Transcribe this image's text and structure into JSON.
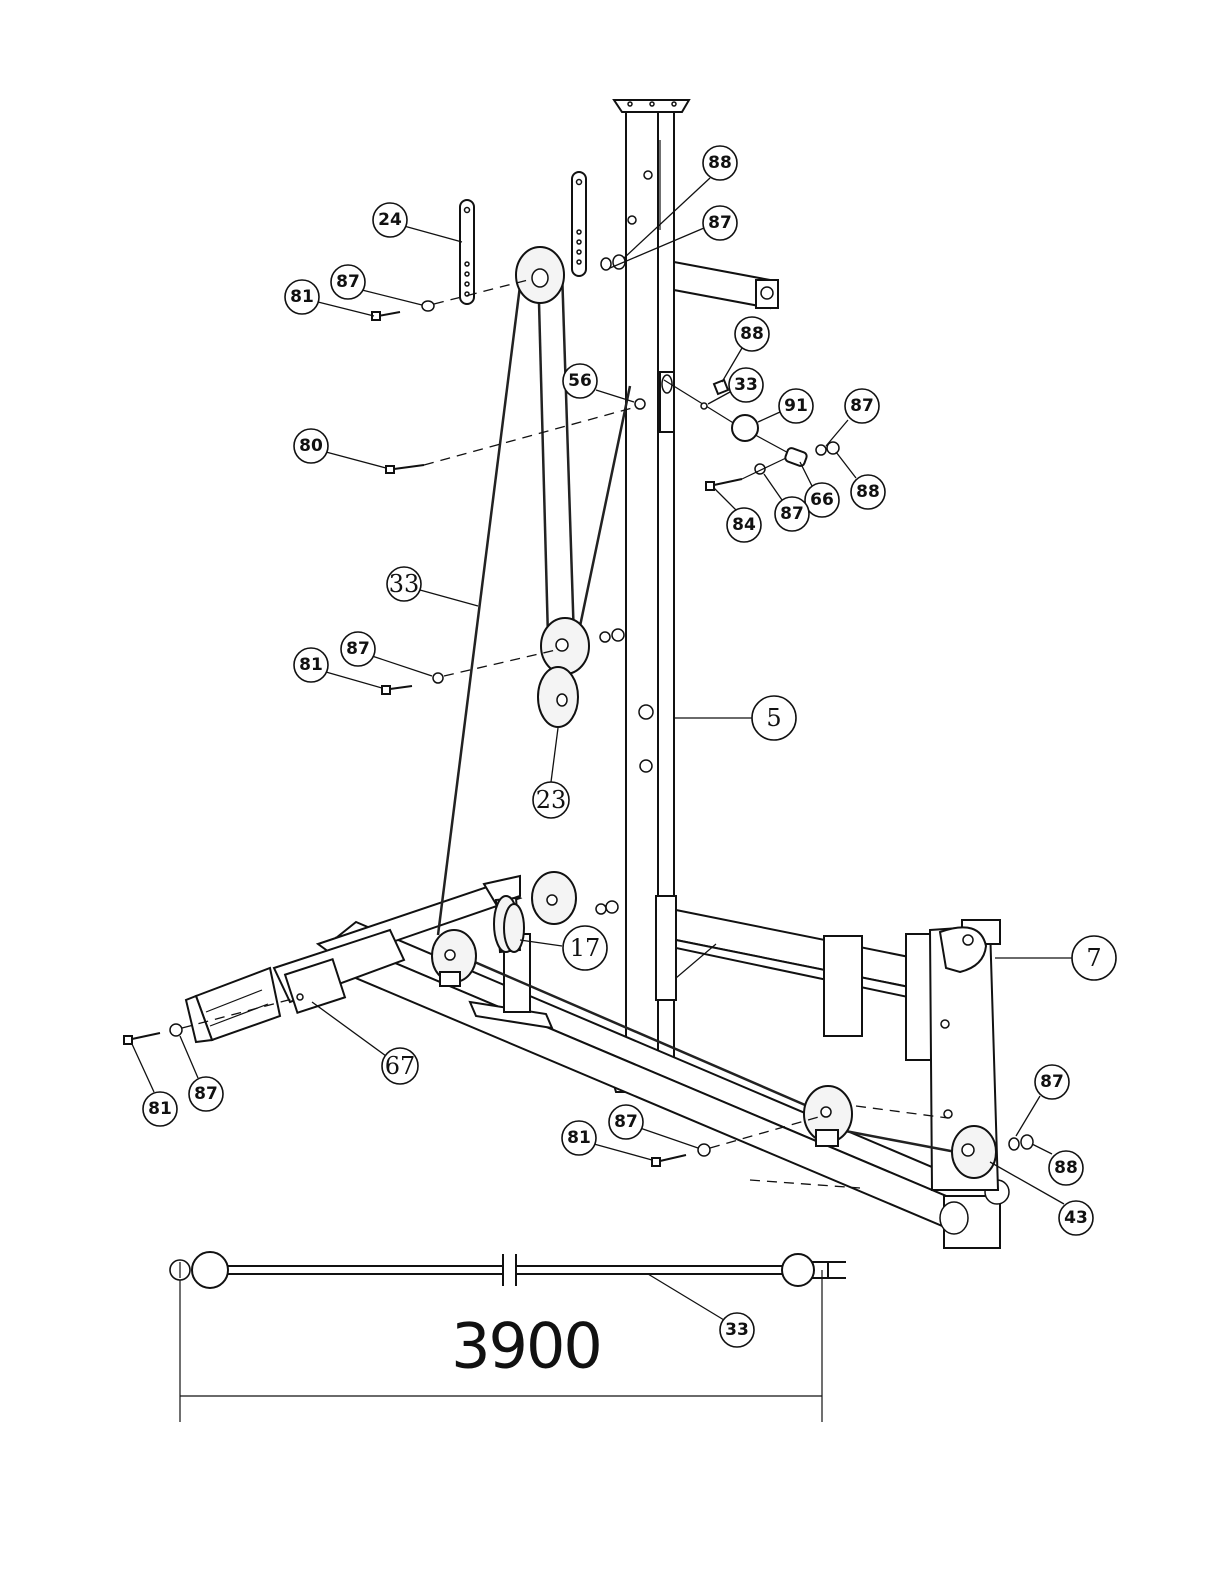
{
  "callouts": {
    "c88a": "88",
    "c87a": "87",
    "c24": "24",
    "c87b": "87",
    "c81a": "81",
    "c88b": "88",
    "c56": "56",
    "c33a": "33",
    "c91": "91",
    "c87c": "87",
    "c88c": "88",
    "c66": "66",
    "c87d": "87",
    "c84": "84",
    "c80": "80",
    "c33b": "33",
    "c87e": "87",
    "c81b": "81",
    "c5": "5",
    "c23": "23",
    "c17": "17",
    "c7": "7",
    "c67": "67",
    "c81c": "81",
    "c87f": "87",
    "c87g": "87",
    "c81d": "81",
    "c87h": "87",
    "c88d": "88",
    "c43": "43",
    "c33c": "33"
  },
  "cable_length": "3900"
}
